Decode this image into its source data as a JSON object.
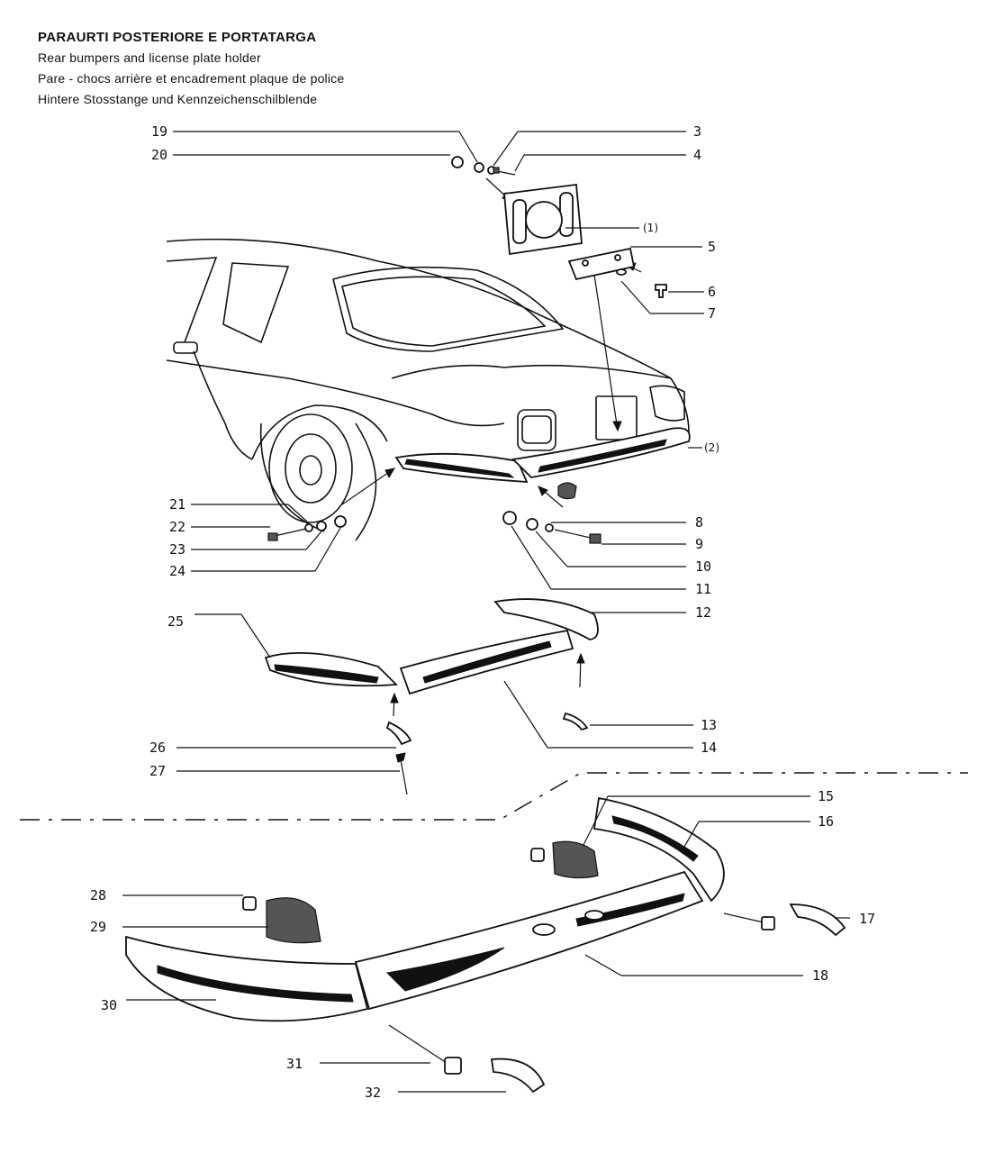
{
  "header": {
    "title_it": "PARAURTI POSTERIORE E PORTATARGA",
    "title_en": "Rear bumpers and license plate holder",
    "title_fr": "Pare - chocs arrière et encadrement plaque de police",
    "title_de": "Hintere Stosstange und Kennzeichenschilblende"
  },
  "callouts": {
    "c1": "19",
    "c2": "20",
    "c3": "3",
    "c4": "4",
    "c5": "(1)",
    "c6": "5",
    "c7": "6",
    "c8": "7",
    "c9": "(2)",
    "c10": "21",
    "c11": "22",
    "c12": "23",
    "c13": "24",
    "c14": "8",
    "c15": "9",
    "c16": "10",
    "c17": "11",
    "c18": "12",
    "c19": "25",
    "c20": "13",
    "c21": "26",
    "c22": "14",
    "c23": "27",
    "c24": "15",
    "c25": "16",
    "c26": "28",
    "c27": "17",
    "c28": "29",
    "c29": "18",
    "c30": "30",
    "c31": "31",
    "c32": "32"
  }
}
